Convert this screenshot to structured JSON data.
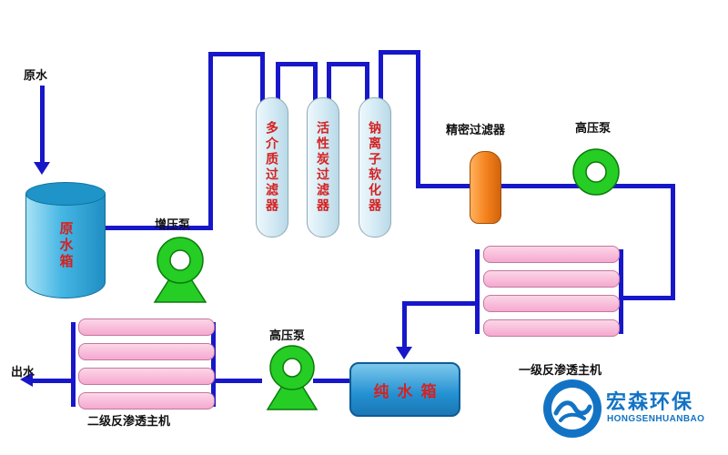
{
  "labels": {
    "raw_water": "原水",
    "raw_water_tank": "原水箱",
    "booster_pump": "增压泵",
    "multimedia_filter": "多介质过滤器",
    "carbon_filter": "活性炭过滤器",
    "softener": "钠离子软化器",
    "precision_filter": "精密过滤器",
    "high_pressure_pump_1": "高压泵",
    "ro_stage1": "一级反渗透主机",
    "pure_water_tank": "纯水箱",
    "high_pressure_pump_2": "高压泵",
    "ro_stage2": "二级反渗透主机",
    "outlet_water": "出水",
    "logo_cn": "宏森环保",
    "logo_en": "HONGSENHUANBAO"
  },
  "colors": {
    "pipe_blue": "#1717c9",
    "pump_green": "#25cd25",
    "filter_fill": "#d2e9f3",
    "membrane_pink": "#f5a8cf",
    "raw_tank_blue": "#46b6e4",
    "pure_tank_blue": "#2390d2",
    "precision_orange": "#f5831f",
    "component_text_red": "#d42222",
    "label_black": "#111111",
    "logo_blue": "#1273c4"
  }
}
